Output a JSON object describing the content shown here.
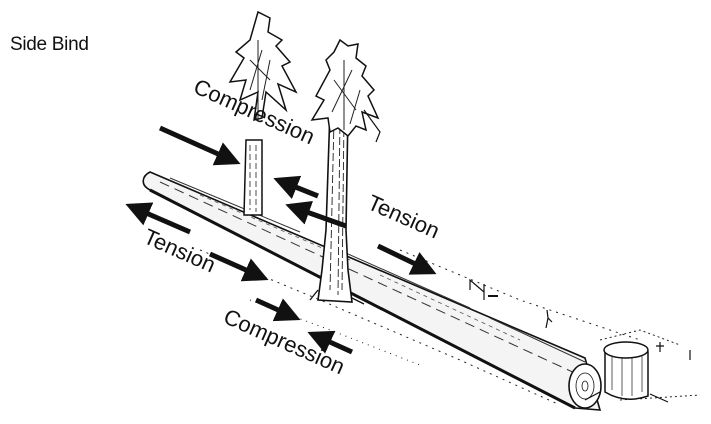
{
  "title": "Side Bind",
  "labels": {
    "compression_upper": "Compression",
    "tension_upper": "Tension",
    "tension_lower": "Tension",
    "compression_lower": "Compression"
  },
  "colors": {
    "ink": "#111111",
    "background": "#ffffff"
  }
}
